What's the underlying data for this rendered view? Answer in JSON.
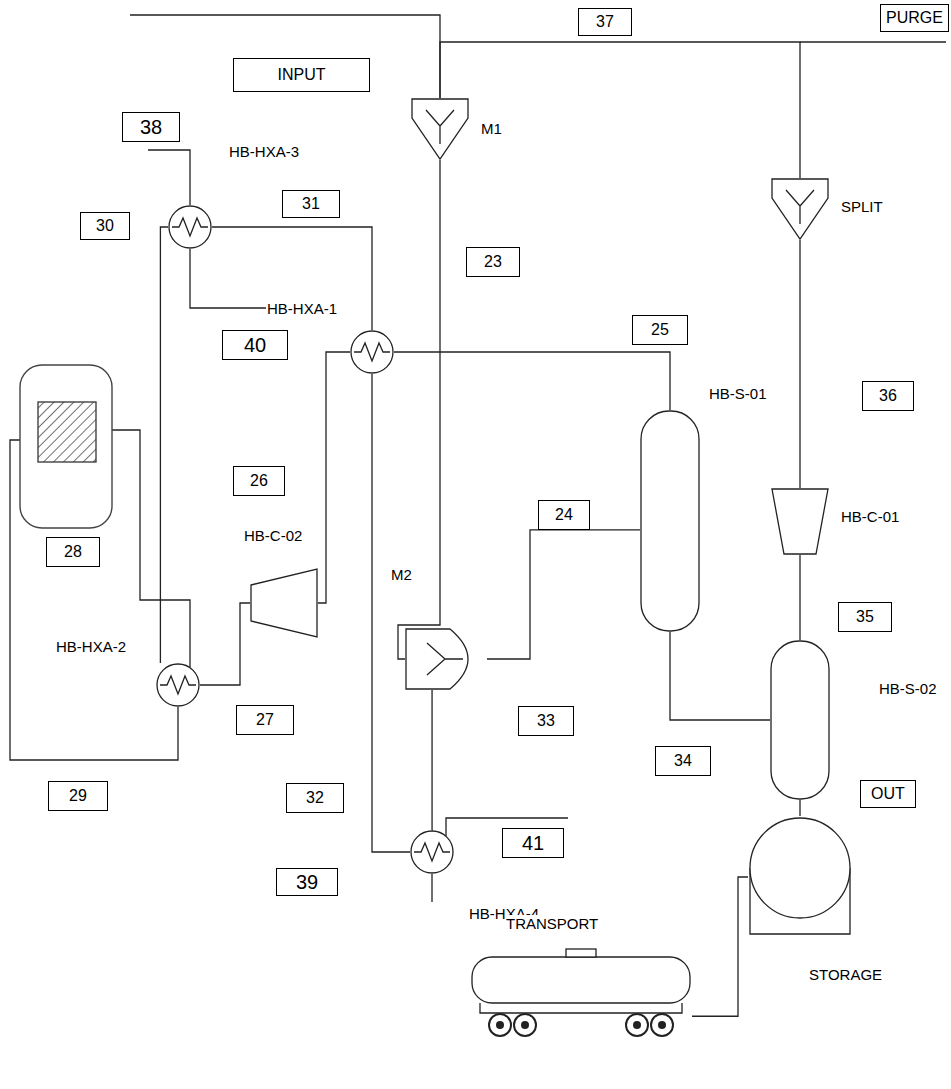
{
  "diagram": {
    "nodes": [
      {
        "text": [
          "M1"
        ]
      },
      {
        "text": [
          "SPLIT"
        ]
      },
      {
        "text": [
          "HB-HXA-3"
        ]
      },
      {
        "text": [
          "HB-HXA-1"
        ]
      },
      {
        "text": [
          "HB-C-02"
        ]
      },
      {
        "text": [
          "HB-HXA-2"
        ]
      },
      {
        "text": [
          "M2"
        ]
      },
      {
        "text": [
          "HB-S-01"
        ]
      },
      {
        "text": [
          "HB-C-01"
        ]
      },
      {
        "text": [
          "HB-S-02"
        ]
      },
      {
        "text": [
          "HB-HXA-4"
        ]
      },
      {
        "text": [
          "STORAGE"
        ]
      },
      {
        "text": [
          "TRANSPORT"
        ]
      }
    ],
    "edges": [
      {
        "from": 1,
        "to": 0,
        "arrow": "none"
      },
      {
        "from": 0,
        "to": 6,
        "arrow": "none"
      },
      {
        "from": 6,
        "to": 7,
        "arrow": "none"
      },
      {
        "from": 7,
        "to": 3,
        "arrow": "none"
      },
      {
        "from": 3,
        "to": 4,
        "arrow": "none"
      },
      {
        "from": 4,
        "to": 5,
        "arrow": "none"
      },
      {
        "from": 5,
        "to": 2,
        "arrow": "none"
      },
      {
        "from": 2,
        "to": 3,
        "arrow": "none"
      },
      {
        "from": 3,
        "to": 10,
        "arrow": "none"
      },
      {
        "from": 10,
        "to": 6,
        "arrow": "none"
      },
      {
        "from": 7,
        "to": 9,
        "arrow": "none"
      },
      {
        "from": 9,
        "to": 8,
        "arrow": "none"
      },
      {
        "from": 8,
        "to": 1,
        "arrow": "none"
      },
      {
        "from": 9,
        "to": 11,
        "arrow": "none"
      },
      {
        "from": 11,
        "to": 12,
        "arrow": "none"
      }
    ],
    "labels": [
      "INPUT",
      "37",
      "PURGE",
      "38",
      "30",
      "31",
      "40",
      "23",
      "25",
      "26",
      "24",
      "28",
      "27",
      "33",
      "34",
      "29",
      "32",
      "41",
      "39",
      "36",
      "35",
      "OUT"
    ]
  }
}
